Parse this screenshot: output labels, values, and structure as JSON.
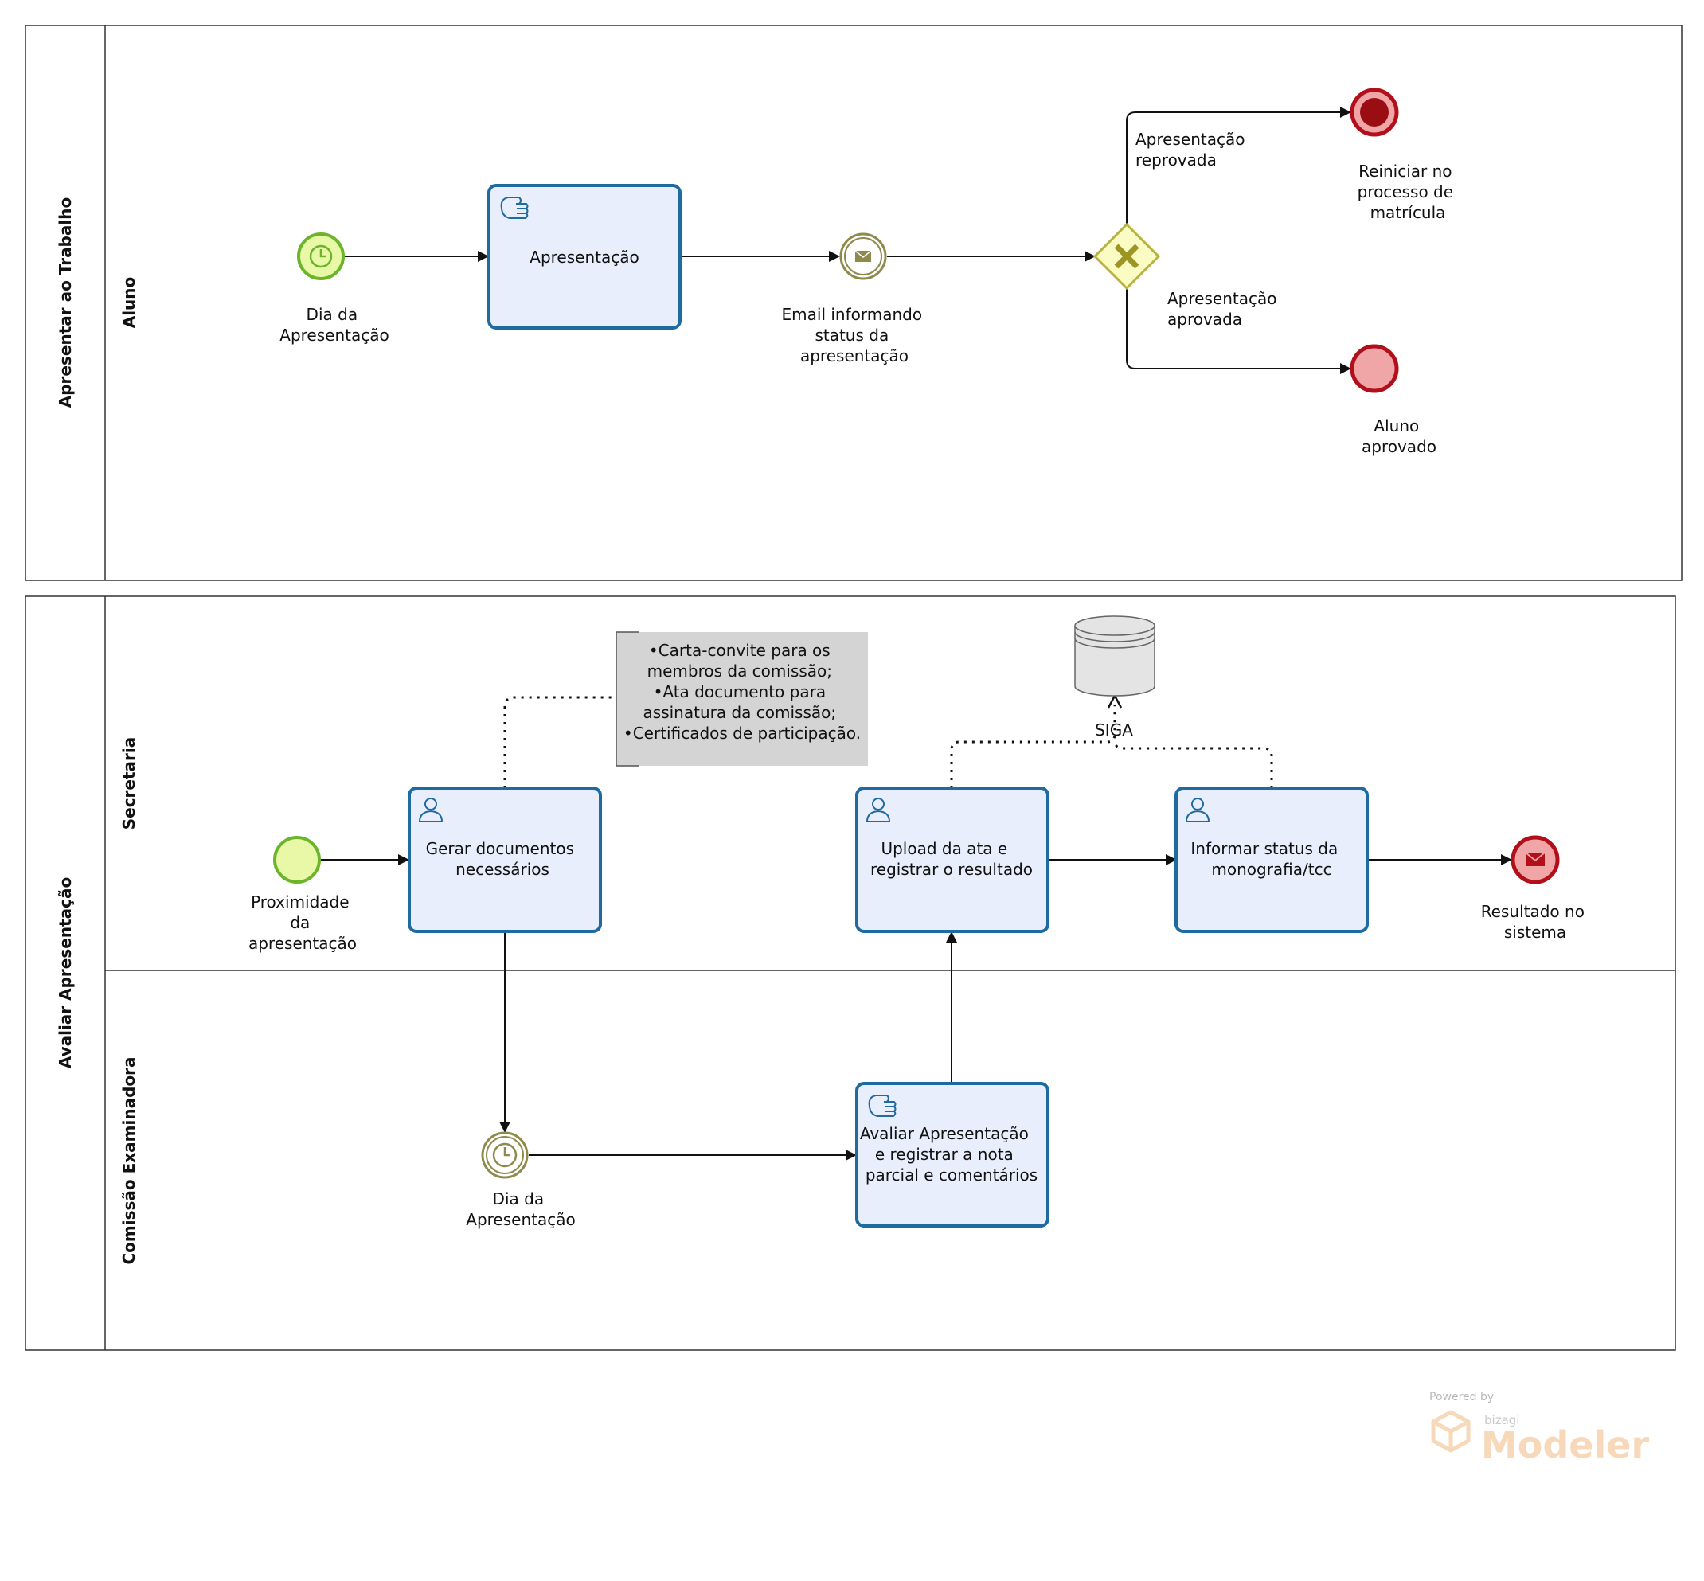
{
  "pools": {
    "top": {
      "title": "Apresentar ao Trabalho",
      "lanes": {
        "aluno": "Aluno"
      }
    },
    "bottom": {
      "title": "Avaliar Apresentação",
      "lanes": {
        "secretaria": "Secretaria",
        "comissao": "Comissão Examinadora"
      }
    }
  },
  "events": {
    "dia_apresentacao_1": [
      "Dia da",
      "Apresentação"
    ],
    "email_status": [
      "Email informando",
      "status da",
      "apresentação"
    ],
    "reiniciar": [
      "Reiniciar no",
      "processo de",
      "matrícula"
    ],
    "aluno_aprovado": [
      "Aluno",
      "aprovado"
    ],
    "proximidade": [
      "Proximidade",
      "da",
      "apresentação"
    ],
    "dia_apresentacao_2": [
      "Dia da",
      "Apresentação"
    ],
    "resultado_sistema": [
      "Resultado no",
      "sistema"
    ]
  },
  "tasks": {
    "apresentacao": [
      "Apresentação"
    ],
    "gerar_documentos": [
      "Gerar documentos",
      "necessários"
    ],
    "upload_ata": [
      "Upload da ata e",
      "registrar o resultado"
    ],
    "informar_status": [
      "Informar status da",
      "monografia/tcc"
    ],
    "avaliar": [
      "Avaliar Apresentação",
      "e registrar a nota",
      "parcial e comentários"
    ]
  },
  "flows": {
    "reprovada": [
      "Apresentação",
      "reprovada"
    ],
    "aprovada": [
      "Apresentação",
      "aprovada"
    ]
  },
  "annotation": [
    "•Carta-convite para os",
    "membros da comissão;",
    "•Ata documento para",
    "assinatura da comissão;",
    "•Certificados de participação."
  ],
  "datastore": {
    "label": "SIGA"
  },
  "watermark": {
    "powered": "Powered by",
    "brand": "bizagi",
    "product": "Modeler"
  },
  "colors": {
    "task_fill": "#e8eefc",
    "task_stroke": "#1f6aa0",
    "start_fill": "#e8f8a6",
    "start_stroke": "#6bb52a",
    "end_fill": "#f0a6a6",
    "end_stroke": "#b30f1a",
    "intermediate_stroke": "#8e8a4c",
    "gateway_fill": "#fbfbc4",
    "gateway_stroke": "#b8b43a",
    "annotation_fill": "#d4d4d4"
  }
}
